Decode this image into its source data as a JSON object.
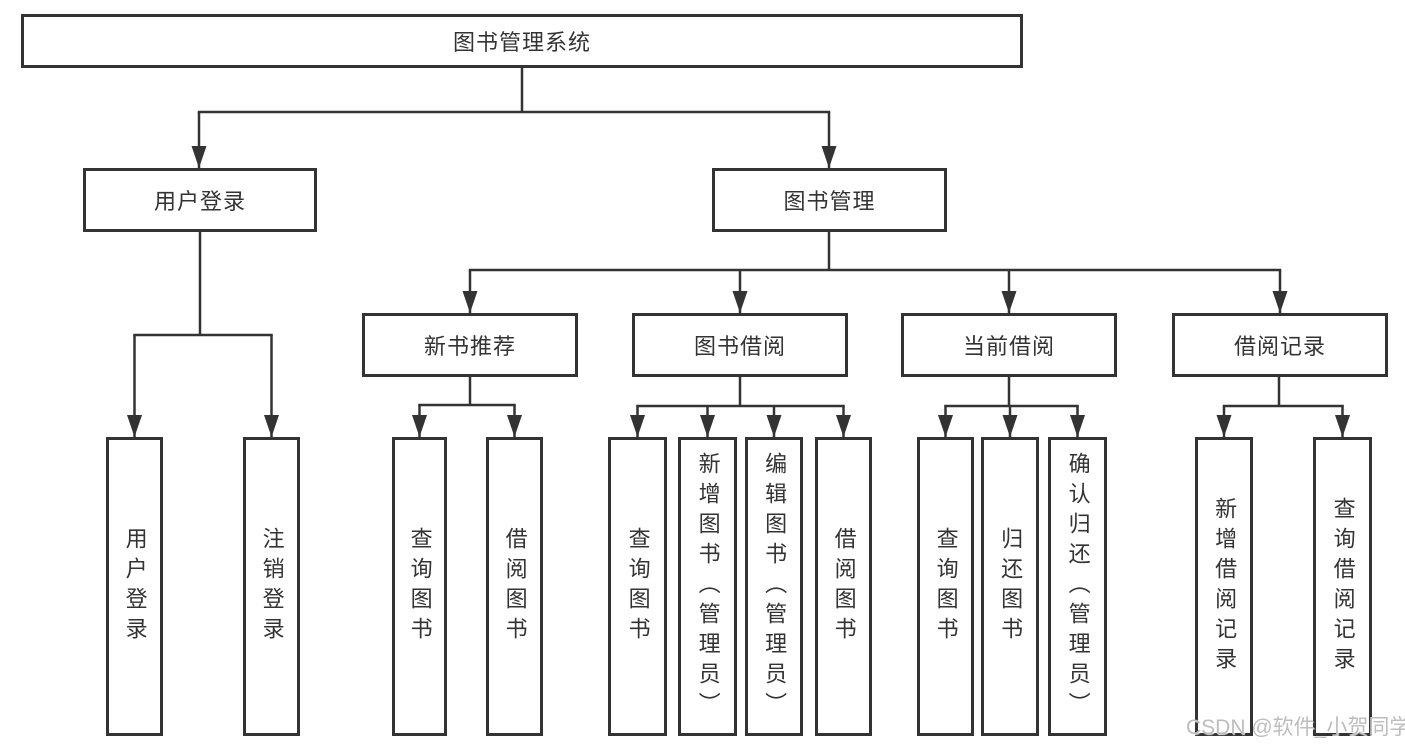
{
  "tree": {
    "root": {
      "label": "图书管理系统"
    },
    "level2": [
      {
        "label": "用户登录"
      },
      {
        "label": "图书管理"
      }
    ],
    "login_children": [
      {
        "label": "用户登录"
      },
      {
        "label": "注销登录"
      }
    ],
    "level3": [
      {
        "label": "新书推荐"
      },
      {
        "label": "图书借阅"
      },
      {
        "label": "当前借阅"
      },
      {
        "label": "借阅记录"
      }
    ],
    "recommend_children": [
      {
        "label": "查询图书"
      },
      {
        "label": "借阅图书"
      }
    ],
    "borrow_children": [
      {
        "label": "查询图书"
      },
      {
        "label": "新增图书（管理员）"
      },
      {
        "label": "编辑图书（管理员）"
      },
      {
        "label": "借阅图书"
      }
    ],
    "current_children": [
      {
        "label": "查询图书"
      },
      {
        "label": "归还图书"
      },
      {
        "label": "确认归还（管理员）"
      }
    ],
    "record_children": [
      {
        "label": "新增借阅记录"
      },
      {
        "label": "查询借阅记录"
      }
    ]
  },
  "watermark": {
    "text": "CSDN @软件_小贺同学",
    "color": "#bdbdbd"
  },
  "colors": {
    "line": "#333333",
    "text": "#333333",
    "box_background": "#ffffff",
    "page_background": "#ffffff"
  }
}
